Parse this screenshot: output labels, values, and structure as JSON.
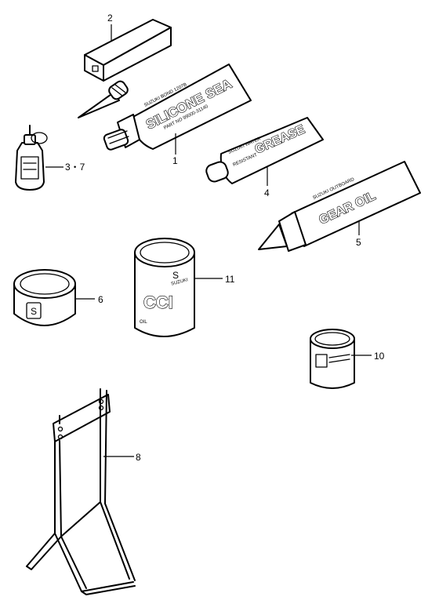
{
  "callouts": {
    "p1": "1",
    "p2": "2",
    "p37": "3・7",
    "p4": "4",
    "p5": "5",
    "p6": "6",
    "p8": "8",
    "p10": "10",
    "p11": "11"
  },
  "tube_labels": {
    "silicone": "SILICONE SEA",
    "grease": "GREASE",
    "gear_oil": "GEAR OIL"
  },
  "can_labels": {
    "cci": "CCI",
    "oil": "OIL",
    "suzuki": "SUZUKI"
  }
}
